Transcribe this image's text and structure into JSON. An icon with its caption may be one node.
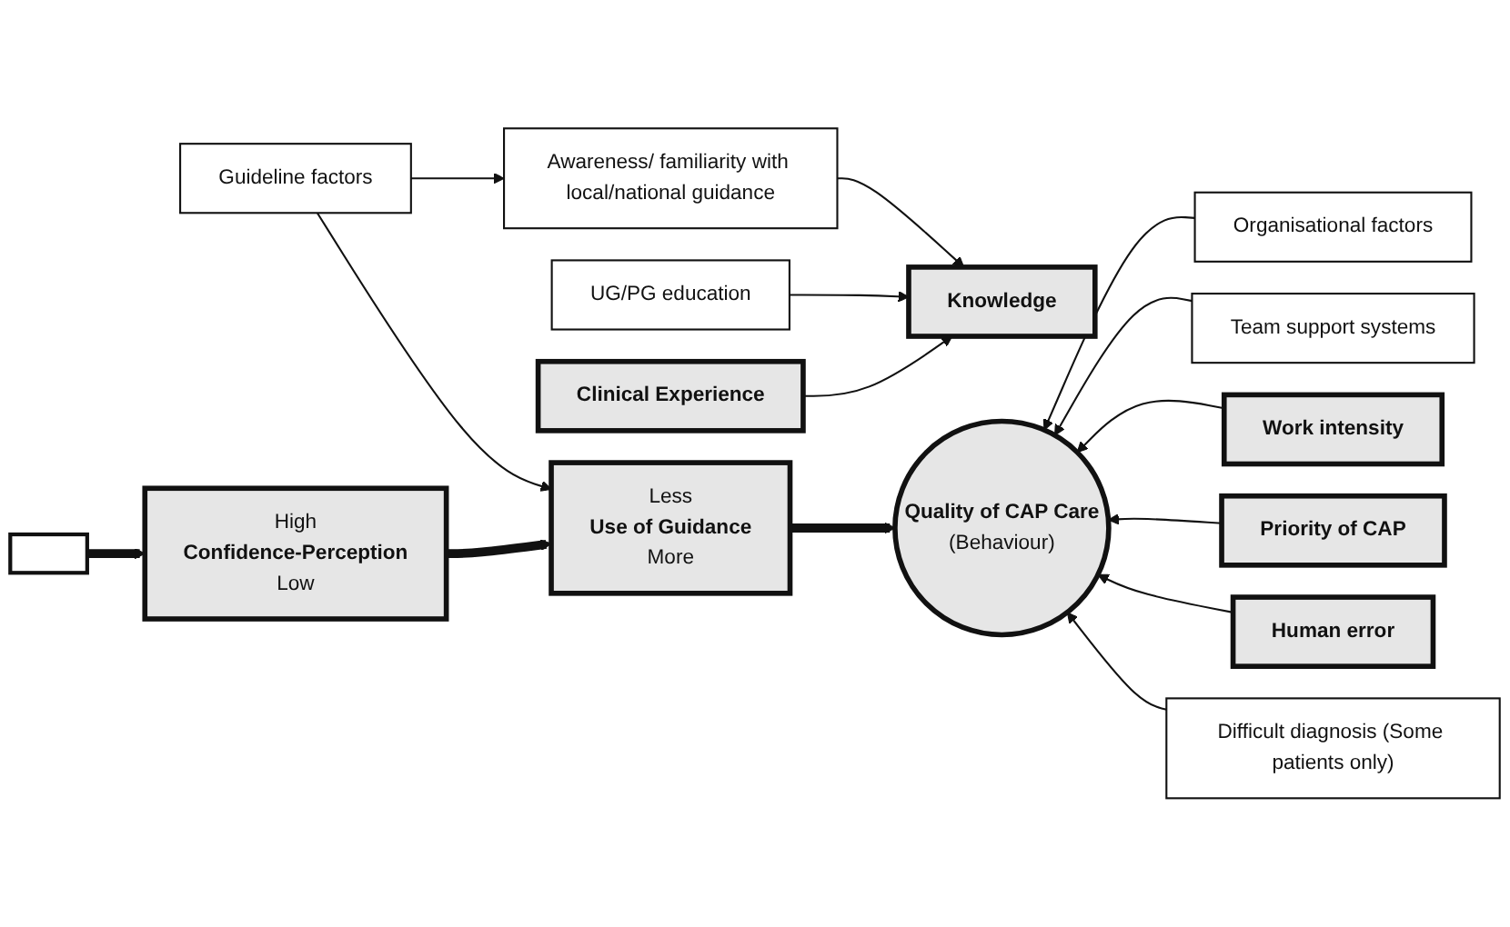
{
  "diagram": {
    "nodes": [
      {
        "text": [
          "Clinical Experience"
        ]
      },
      {
        "text": [
          "Knowledge"
        ]
      },
      {
        "text": [
          "High",
          "Confidence-Perception",
          "Low"
        ]
      },
      {
        "text": [
          "Less",
          "Use of Guidance",
          "More"
        ]
      },
      {
        "text": [
          "Quality of CAP Care",
          "(Behaviour)"
        ]
      },
      {
        "text": [
          "Organisational factors"
        ]
      },
      {
        "text": [
          "Team support systems"
        ]
      },
      {
        "text": [
          "Work intensity"
        ]
      },
      {
        "text": [
          "Priority of CAP"
        ]
      },
      {
        "text": [
          "Human error"
        ]
      },
      {
        "text": [
          "Difficult diagnosis (Some patients only)"
        ]
      },
      {
        "text": [
          "UG/PG education"
        ]
      },
      {
        "text": [
          "Awareness/ familiarity with local/national guidance"
        ]
      },
      {
        "text": [
          "Guideline factors"
        ]
      }
    ],
    "edges": [
      {
        "from": 0,
        "to": 1,
        "arrow": "to"
      },
      {
        "from": null,
        "to": 2,
        "arrow": "to",
        "style": "thick"
      },
      {
        "from": 2,
        "to": 3,
        "arrow": "to",
        "style": "thick"
      },
      {
        "from": 3,
        "to": 4,
        "arrow": "to",
        "style": "thick"
      },
      {
        "from": 5,
        "to": 4,
        "arrow": "to"
      },
      {
        "from": 6,
        "to": 4,
        "arrow": "to"
      },
      {
        "from": 7,
        "to": 4,
        "arrow": "to"
      },
      {
        "from": 8,
        "to": 4,
        "arrow": "to"
      },
      {
        "from": 9,
        "to": 4,
        "arrow": "to"
      },
      {
        "from": 10,
        "to": 4,
        "arrow": "to"
      },
      {
        "from": 11,
        "to": 1,
        "arrow": "to"
      },
      {
        "from": 12,
        "to": 1,
        "arrow": "to"
      },
      {
        "from": 13,
        "to": 3,
        "arrow": "to"
      },
      {
        "from": 13,
        "to": 12,
        "arrow": "to"
      }
    ]
  }
}
